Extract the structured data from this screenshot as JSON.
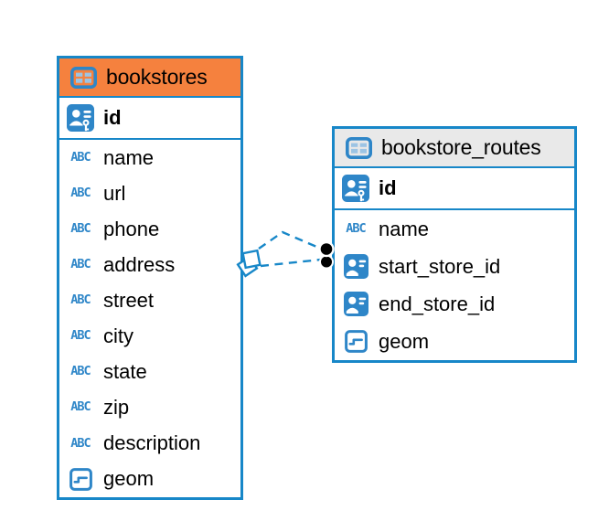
{
  "diagram": {
    "type": "er-diagram",
    "background": "#ffffff",
    "colors": {
      "accent": "#1787C8",
      "icon_blue": "#2E86C8",
      "icon_cell_blue": "#9CC4E4",
      "bookstores_header": "#F5813E",
      "routes_header": "#E9E9E9",
      "text": "#000000",
      "endpoint_dot": "#000000"
    },
    "icon_glyphs": {
      "text_type": "ABC"
    },
    "tables": [
      {
        "name": "bookstores",
        "icon": "table-icon",
        "keys": [
          {
            "name": "id",
            "icon": "primary-key-icon"
          }
        ],
        "columns": [
          {
            "name": "name",
            "icon": "text-type-icon"
          },
          {
            "name": "url",
            "icon": "text-type-icon"
          },
          {
            "name": "phone",
            "icon": "text-type-icon"
          },
          {
            "name": "address",
            "icon": "text-type-icon"
          },
          {
            "name": "street",
            "icon": "text-type-icon"
          },
          {
            "name": "city",
            "icon": "text-type-icon"
          },
          {
            "name": "state",
            "icon": "text-type-icon"
          },
          {
            "name": "zip",
            "icon": "text-type-icon"
          },
          {
            "name": "description",
            "icon": "text-type-icon"
          },
          {
            "name": "geom",
            "icon": "geometry-type-icon"
          }
        ]
      },
      {
        "name": "bookstore_routes",
        "icon": "table-icon",
        "keys": [
          {
            "name": "id",
            "icon": "primary-key-icon"
          }
        ],
        "columns": [
          {
            "name": "name",
            "icon": "text-type-icon"
          },
          {
            "name": "start_store_id",
            "icon": "foreign-key-icon"
          },
          {
            "name": "end_store_id",
            "icon": "foreign-key-icon"
          },
          {
            "name": "geom",
            "icon": "geometry-type-icon"
          }
        ]
      }
    ],
    "relations": [
      {
        "from": "bookstores.id",
        "to": "bookstore_routes.start_store_id",
        "line_style": "dashed"
      },
      {
        "from": "bookstores.id",
        "to": "bookstore_routes.end_store_id",
        "line_style": "dashed"
      }
    ]
  }
}
